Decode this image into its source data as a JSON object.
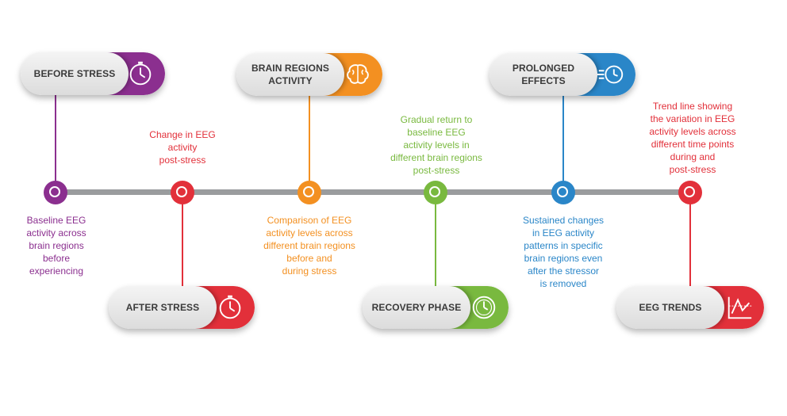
{
  "colors": {
    "purple": "#8b2f8f",
    "red": "#e2303a",
    "orange": "#f39021",
    "green": "#79b93f",
    "blue": "#2a86c8",
    "axis": "#9a9c9e"
  },
  "stages": [
    {
      "label": "BEFORE STRESS",
      "description": "Baseline EEG\nactivity across\nbrain regions\nbefore\nexperiencing",
      "icon": "stopwatch-icon"
    },
    {
      "label": "AFTER STRESS",
      "description": "Change in EEG\nactivity\npost-stress",
      "icon": "stopwatch-icon"
    },
    {
      "label": "BRAIN REGIONS\nACTIVITY",
      "description": "Comparison of EEG\nactivity levels across\ndifferent brain regions\nbefore and\nduring stress",
      "icon": "brain-icon"
    },
    {
      "label": "RECOVERY PHASE",
      "description": "Gradual return to\nbaseline EEG\nactivity levels in\ndifferent brain regions\npost-stress",
      "icon": "clock-icon"
    },
    {
      "label": "PROLONGED\nEFFECTS",
      "description": "Sustained changes\nin EEG activity\npatterns in specific\nbrain regions even\nafter the stressor\nis removed",
      "icon": "speed-clock-icon"
    },
    {
      "label": "EEG TRENDS",
      "description": "Trend line showing\nthe variation in EEG\nactivity levels across\ndifferent time points\nduring and\npost-stress",
      "icon": "trend-chart-icon"
    }
  ]
}
